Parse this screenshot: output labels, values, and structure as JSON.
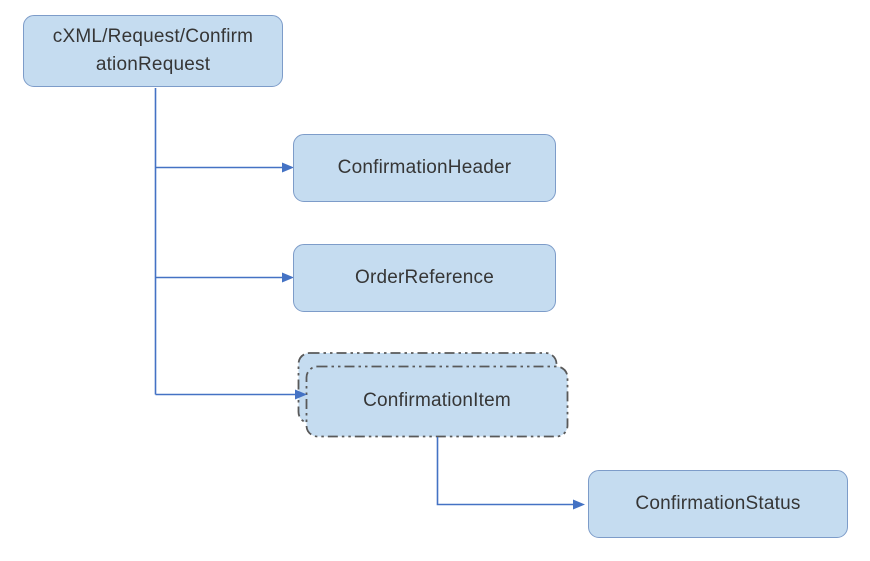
{
  "colors": {
    "background": "#FFFFFF",
    "node_fill": "#C5DCF0",
    "node_border": "#7D9CC9",
    "connector": "#4472C4",
    "dashed_border": "#595959",
    "text": "#363636"
  },
  "nodes": {
    "root": {
      "label": "cXML/Request/ConfirmationRequest",
      "line1": "cXML/Request/Confirm",
      "line2": "ationRequest"
    },
    "confirmation_header": {
      "label": "ConfirmationHeader"
    },
    "order_reference": {
      "label": "OrderReference"
    },
    "confirmation_item": {
      "label": "ConfirmationItem"
    },
    "confirmation_status": {
      "label": "ConfirmationStatus"
    }
  },
  "edges": [
    {
      "from": "cXML/Request/ConfirmationRequest",
      "to": "ConfirmationHeader"
    },
    {
      "from": "cXML/Request/ConfirmationRequest",
      "to": "OrderReference"
    },
    {
      "from": "cXML/Request/ConfirmationRequest",
      "to": "ConfirmationItem"
    },
    {
      "from": "ConfirmationItem",
      "to": "ConfirmationStatus"
    }
  ]
}
